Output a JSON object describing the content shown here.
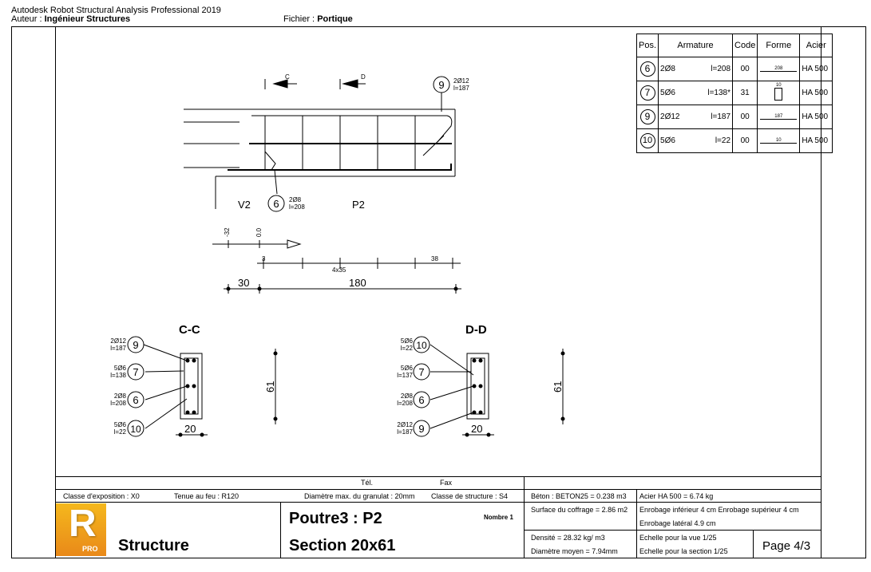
{
  "header": {
    "app_title": "Autodesk Robot Structural Analysis Professional 2019",
    "author_label": "Auteur :",
    "author_value": "Ingénieur Structures",
    "file_label": "Fichier :",
    "file_value": "Portique"
  },
  "rebar_table": {
    "headers": [
      "Pos.",
      "Armature",
      "Code",
      "Forme",
      "Acier"
    ],
    "rows": [
      {
        "pos": "6",
        "bars": "2Ø8",
        "length": "l=208",
        "code": "00",
        "shape_label": "208",
        "steel": "HA 500"
      },
      {
        "pos": "7",
        "bars": "5Ø6",
        "length": "l=138*",
        "code": "31",
        "shape_label": "10",
        "steel": "HA 500"
      },
      {
        "pos": "9",
        "bars": "2Ø12",
        "length": "l=187",
        "code": "00",
        "shape_label": "187",
        "steel": "HA 500"
      },
      {
        "pos": "10",
        "bars": "5Ø6",
        "length": "l=22",
        "code": "00",
        "shape_label": "10",
        "steel": "HA 500"
      }
    ]
  },
  "elevation": {
    "section_c": "C",
    "section_d": "D",
    "label_v2": "V2",
    "label_p2": "P2",
    "bar9_pos": "9",
    "bar9_desc": "2Ø12",
    "bar9_len": "l=187",
    "bar6_pos": "6",
    "bar6_desc": "2Ø8",
    "bar6_len": "l=208",
    "level_a": "-32",
    "level_b": "0.0",
    "dim_3": "3",
    "dim_4x35": "4x35",
    "dim_38": "38",
    "dim_30": "30",
    "dim_180": "180"
  },
  "section_cc": {
    "title": "C-C",
    "callouts": [
      {
        "pos": "9",
        "desc": "2Ø12",
        "len": "l=187"
      },
      {
        "pos": "7",
        "desc": "5Ø6",
        "len": "l=138"
      },
      {
        "pos": "6",
        "desc": "2Ø8",
        "len": "l=208"
      },
      {
        "pos": "10",
        "desc": "5Ø6",
        "len": "l=22"
      }
    ],
    "width": "20",
    "height": "61"
  },
  "section_dd": {
    "title": "D-D",
    "callouts": [
      {
        "pos": "10",
        "desc": "5Ø6",
        "len": "l=22"
      },
      {
        "pos": "7",
        "desc": "5Ø6",
        "len": "l=137"
      },
      {
        "pos": "6",
        "desc": "2Ø8",
        "len": "l=208"
      },
      {
        "pos": "9",
        "desc": "2Ø12",
        "len": "l=187"
      }
    ],
    "width": "20",
    "height": "61"
  },
  "title_block": {
    "tel_label": "Tél.",
    "fax_label": "Fax",
    "exposure": "Classe d'exposition : X0",
    "fire": "Tenue au feu : R120",
    "aggregate": "Diamètre max. du granulat : 20mm",
    "structure_class": "Classe de structure : S4",
    "concrete": "Béton : BETON25 = 0.238 m3",
    "steel": "Acier HA 500 = 6.74 kg",
    "formwork": "Surface du coffrage = 2.86 m2",
    "cover": "Enrobage inférieur 4 cm Enrobage supérieur 4 cm",
    "cover_side": "Enrobage latéral 4.9 cm",
    "density": "Densité = 28.32 kg/ m3",
    "mean_diameter": "Diamètre moyen = 7.94mm",
    "scale_view": "Echelle pour la vue 1/25",
    "scale_section": "Echelle pour la section 1/25",
    "page": "Page 4/3",
    "element_name": "Poutre3 : P2",
    "section_name": "Section 20x61",
    "count": "Nombre 1",
    "logo_letter": "R",
    "logo_sub": "PRO",
    "discipline": "Structure"
  },
  "colors": {
    "logo_top": "#f5b81c",
    "logo_bottom": "#e9891a"
  }
}
